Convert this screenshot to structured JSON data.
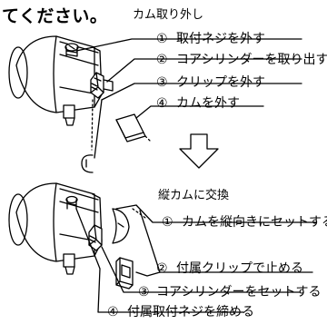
{
  "header_fragment": "てください。",
  "section1": {
    "title": "カム取り外し",
    "steps": [
      {
        "num": "①",
        "text": "取付ネジを外す"
      },
      {
        "num": "②",
        "text": "コアシリンダーを取り出す"
      },
      {
        "num": "③",
        "text": "クリップを外す"
      },
      {
        "num": "④",
        "text": "カムを外す"
      }
    ]
  },
  "section2": {
    "title": "縦カムに交換",
    "steps": [
      {
        "num": "①",
        "text": "カムを縦向きにセットする"
      },
      {
        "num": "②",
        "text": "付属クリップで止める"
      },
      {
        "num": "③",
        "text": "コアシリンダーをセットする"
      },
      {
        "num": "④",
        "text": "付属取付ネジを締める"
      }
    ]
  }
}
